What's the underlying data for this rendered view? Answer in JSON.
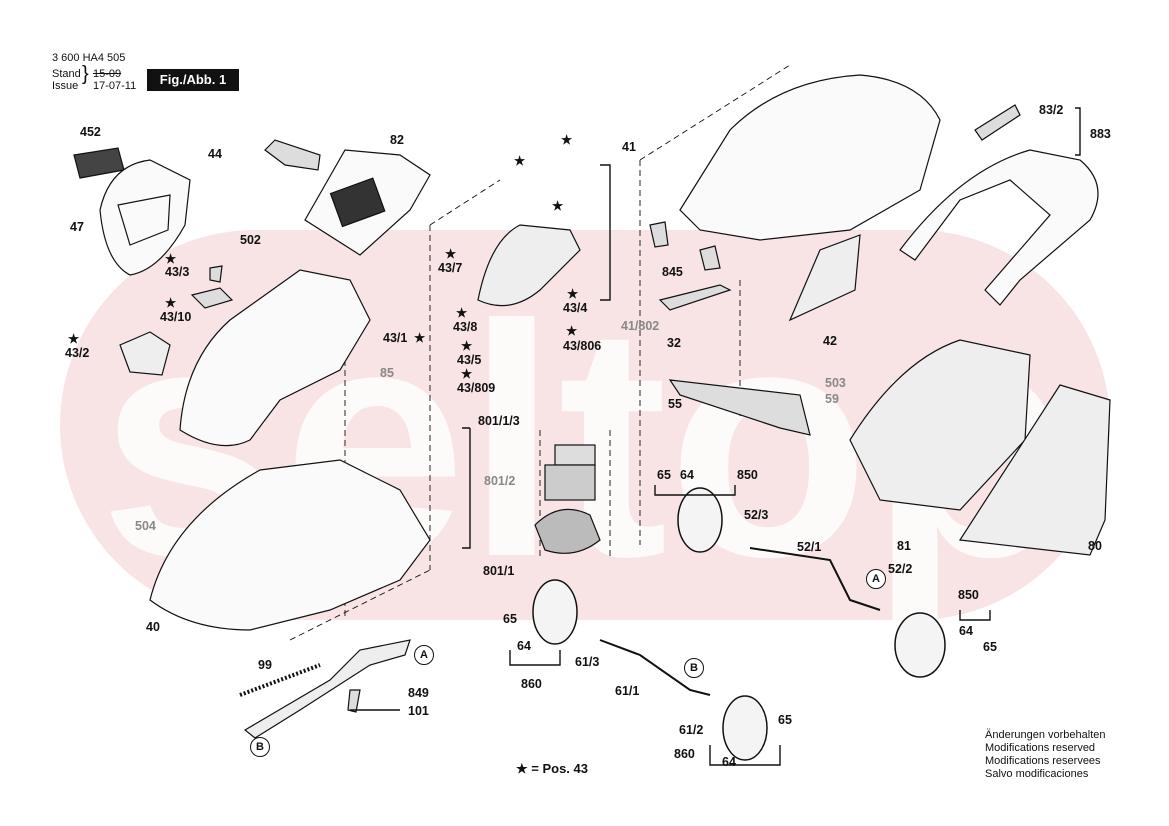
{
  "header": {
    "part_number": "3 600 HA4 505",
    "stand_label": "Stand",
    "issue_label": "Issue",
    "old_date": "15-09",
    "new_date": "17-07-11",
    "figure_tag": "Fig./Abb. 1"
  },
  "watermark": "seltop",
  "labels": {
    "p452": "452",
    "p47": "47",
    "p44": "44",
    "p82": "82",
    "p502": "502",
    "p43_3": "43/3",
    "p43_10": "43/10",
    "p43_2": "43/2",
    "p43_1": "43/1",
    "p85": "85",
    "p504": "504",
    "p40": "40",
    "p99": "99",
    "p849": "849",
    "p101": "101",
    "p43_7": "43/7",
    "p43_4": "43/4",
    "p43_8": "43/8",
    "p43_5": "43/5",
    "p43_806": "43/806",
    "p43_809": "43/809",
    "p801_1_3": "801/1/3",
    "p801_2": "801/2",
    "p801_1": "801/1",
    "p41": "41",
    "p845": "845",
    "p41_802": "41/802",
    "p32": "32",
    "p42": "42",
    "p503": "503",
    "p59": "59",
    "p55": "55",
    "p83_2": "83/2",
    "p883": "883",
    "p65a": "65",
    "p64a": "64",
    "p850a": "850",
    "p52_3": "52/3",
    "p52_1": "52/1",
    "p52_2": "52/2",
    "p81": "81",
    "p80": "80",
    "p65b": "65",
    "p64b": "64",
    "p860a": "860",
    "p61_3": "61/3",
    "p61_1": "61/1",
    "p61_2": "61/2",
    "p65c": "65",
    "p860b": "860",
    "p64c": "64",
    "p850b": "850",
    "p64d": "64",
    "p65d": "65"
  },
  "callouts": {
    "a1": "A",
    "a2": "A",
    "b1": "B",
    "b2": "B"
  },
  "star_symbol": "★",
  "legend": "★ = Pos. 43",
  "notes": [
    "Änderungen vorbehalten",
    "Modifications reserved",
    "Modifications reservees",
    "Salvo modificaciones"
  ],
  "colors": {
    "watermark": "#f6dcdc",
    "ink": "#111111",
    "grey_label": "#888888"
  }
}
